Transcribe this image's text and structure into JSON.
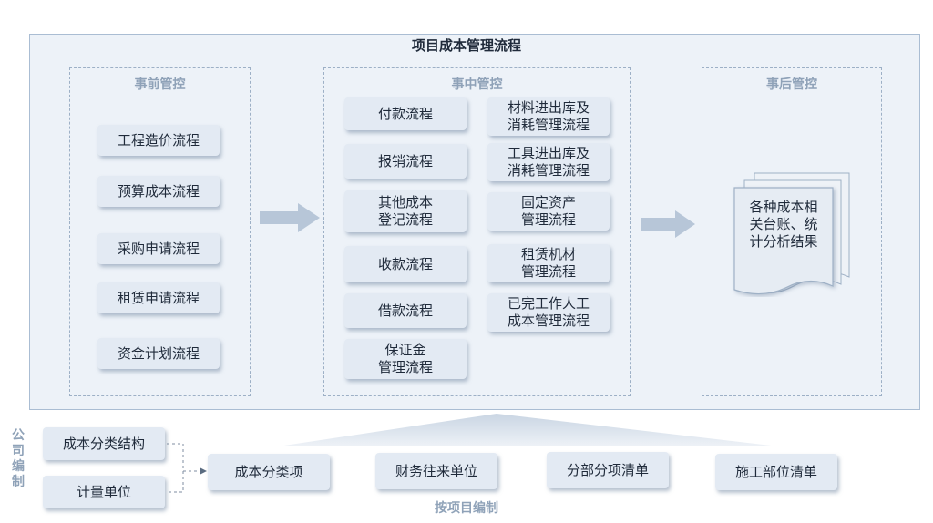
{
  "title": "项目成本管理流程",
  "before": {
    "title": "事前管控",
    "items": [
      "工程造价流程",
      "预算成本流程",
      "采购申请流程",
      "租赁申请流程",
      "资金计划流程"
    ]
  },
  "during": {
    "title": "事中管控",
    "left": [
      "付款流程",
      "报销流程",
      "其他成本\n登记流程",
      "收款流程",
      "借款流程",
      "保证金\n管理流程"
    ],
    "right": [
      "材料进出库及\n消耗管理流程",
      "工具进出库及\n消耗管理流程",
      "固定资产\n管理流程",
      "租赁机材\n管理流程",
      "已完工作人工\n成本管理流程"
    ]
  },
  "after": {
    "title": "事后管控",
    "document_text": "各种成本相\n关台账、统\n计分析结果"
  },
  "company": {
    "label": "公司编制",
    "items": [
      "成本分类结构",
      "计量单位"
    ]
  },
  "project": {
    "label": "按项目编制",
    "items": [
      "成本分类项",
      "财务往来单位",
      "分部分项清单",
      "施工部位清单"
    ]
  },
  "colors": {
    "background": "#edf2f8",
    "box": "#e3eaf3",
    "arrow": "#b7c6d8",
    "dashed_border": "#9db0c6",
    "muted_title": "#8fa2b8"
  }
}
